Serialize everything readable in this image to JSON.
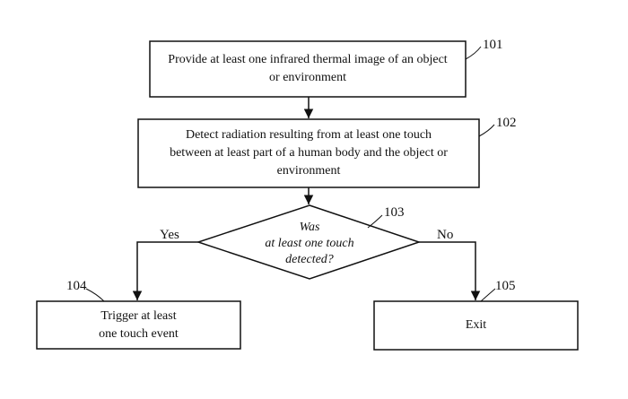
{
  "boxes": {
    "step_101": {
      "text": "Provide at least one infrared thermal image of an object\nor environment",
      "ref": "101"
    },
    "step_102": {
      "text": "Detect radiation resulting from at least one touch\nbetween at least part of a human body and the object or\nenvironment",
      "ref": "102"
    },
    "decision_103": {
      "text": "Was\nat least one touch\ndetected?",
      "ref": "103"
    },
    "step_104": {
      "text": "Trigger at least\none touch event",
      "ref": "104"
    },
    "step_105": {
      "text": "Exit",
      "ref": "105"
    }
  },
  "branches": {
    "yes": "Yes",
    "no": "No"
  }
}
